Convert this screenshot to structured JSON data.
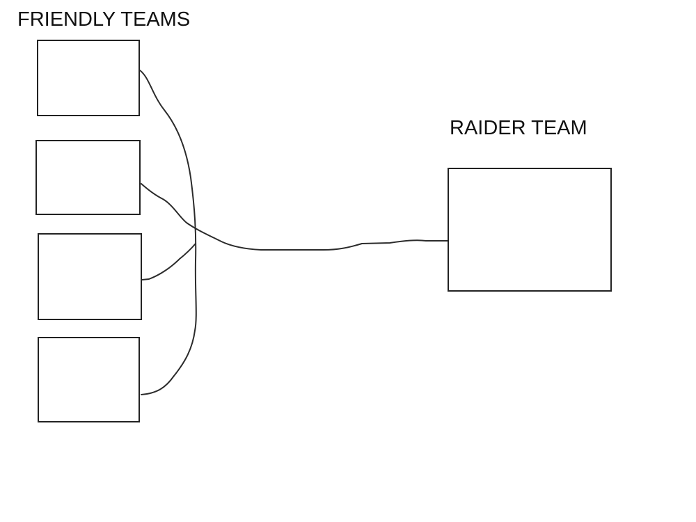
{
  "labels": {
    "friendly": "FRIENDLY TEAMS",
    "raider": "RAIDER TEAM"
  },
  "nodes": {
    "friendly_count": 4,
    "raider_count": 1
  },
  "colors": {
    "stroke": "#222222",
    "background": "#ffffff",
    "text": "#111111"
  }
}
